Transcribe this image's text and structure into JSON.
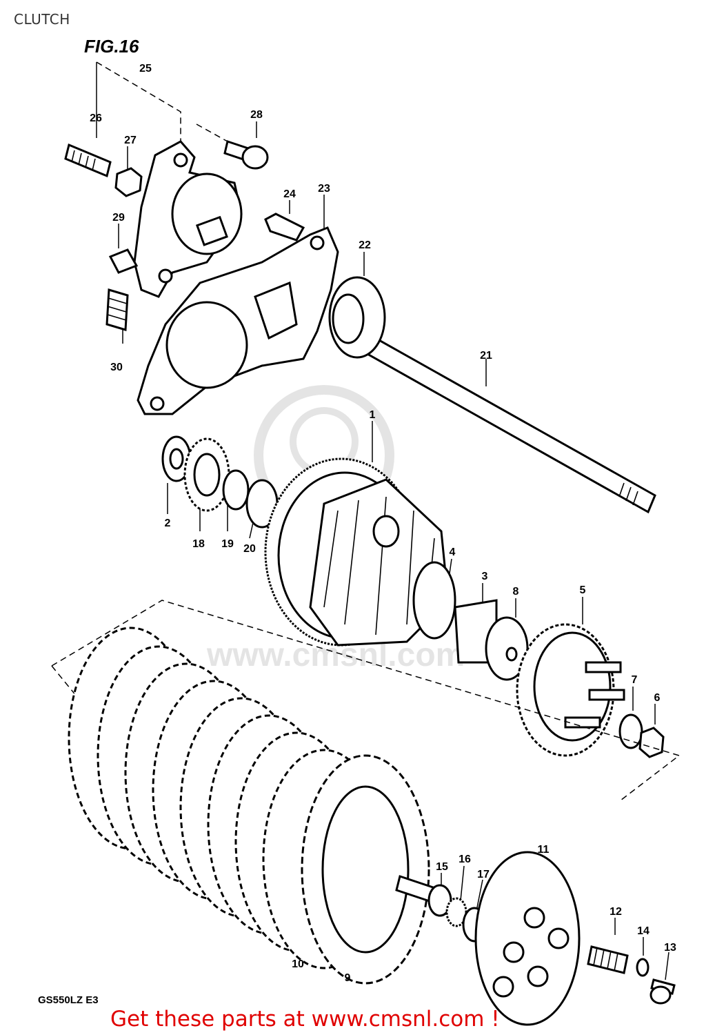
{
  "page": {
    "title": "CLUTCH"
  },
  "diagram": {
    "figure_label": "FIG.16",
    "model_code": "GS550LZ E3",
    "watermark": "www.cmsnl.com",
    "promo_text": "Get these parts at www.cmsnl.com !",
    "callouts": {
      "c1": "1",
      "c2": "2",
      "c3": "3",
      "c4": "4",
      "c5": "5",
      "c6": "6",
      "c7": "7",
      "c8": "8",
      "c9": "9",
      "c10": "10",
      "c11": "11",
      "c12": "12",
      "c13": "13",
      "c14": "14",
      "c15": "15",
      "c16": "16",
      "c17": "17",
      "c18": "18",
      "c19": "19",
      "c20": "20",
      "c21": "21",
      "c22": "22",
      "c23": "23",
      "c24": "24",
      "c25": "25",
      "c26": "26",
      "c27": "27",
      "c28": "28",
      "c29": "29",
      "c30": "30"
    }
  }
}
